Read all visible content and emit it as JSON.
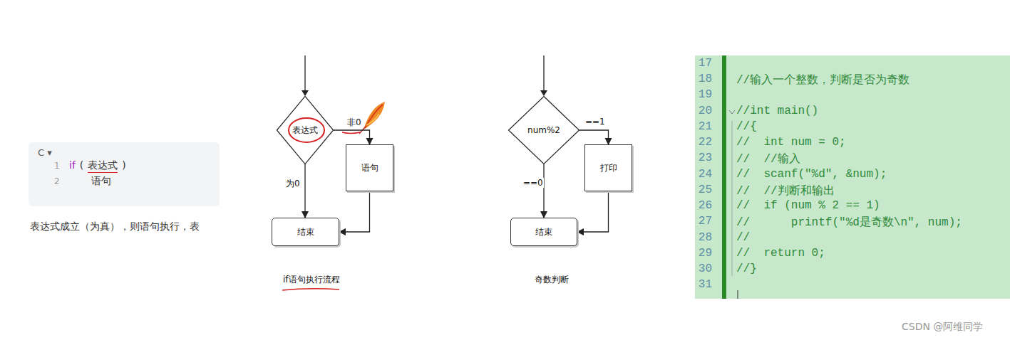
{
  "diagram": {
    "nodes": [
      {
        "text": [
          "表达式"
        ]
      },
      {
        "text": [
          "语句"
        ]
      },
      {
        "text": [
          "结束"
        ]
      },
      {
        "text": [
          "num%2"
        ]
      },
      {
        "text": [
          "打印"
        ]
      },
      {
        "text": [
          "结束"
        ]
      }
    ],
    "edges": [
      {
        "from": 0,
        "to": 1,
        "label": "非0",
        "arrow": "to"
      },
      {
        "from": 0,
        "to": 2,
        "label": "为0",
        "arrow": "to"
      },
      {
        "from": 1,
        "to": 2,
        "arrow": "to"
      },
      {
        "from": 3,
        "to": 4,
        "label": "==1",
        "arrow": "to"
      },
      {
        "from": 3,
        "to": 5,
        "label": "==0",
        "arrow": "to"
      },
      {
        "from": 4,
        "to": 5,
        "arrow": "to"
      }
    ],
    "labels": [
      "C ▾",
      "1",
      "if",
      "(",
      "表达式",
      ")",
      "2",
      "语句",
      "表达式成立（为真），则语句执行，表",
      "if语句执行流程",
      "奇数判断",
      "17",
      "18",
      "19",
      "20",
      "21",
      "22",
      "23",
      "24",
      "25",
      "26",
      "27",
      "28",
      "29",
      "30",
      "31",
      "//输入一个整数，判断是否为奇数",
      "//int main()",
      "//{",
      "//  int num = 0;",
      "//  //输入",
      "//  scanf(\"%d\", &num);",
      "//  //判断和输出",
      "//  if (num % 2 == 1)",
      "//      printf(\"%d是奇数\\n\", num);",
      "//",
      "//  return 0;",
      "//}",
      "CSDN @阿维同学"
    ]
  }
}
